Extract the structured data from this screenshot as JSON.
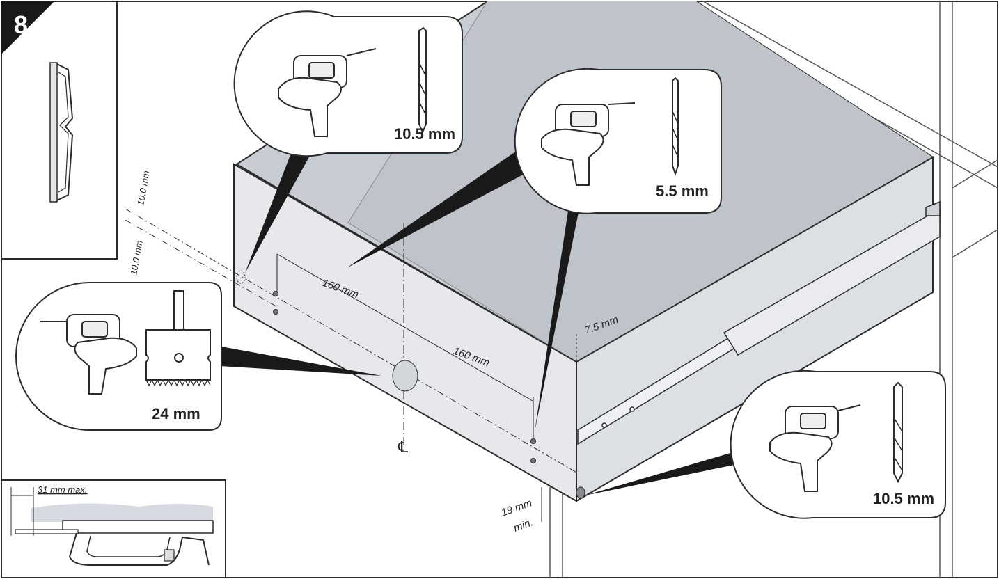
{
  "step": {
    "number": "8"
  },
  "callouts": {
    "drill_top": {
      "label": "10.5 mm",
      "tool_icon": "drill-icon",
      "bit_icon": "drill-bit-icon"
    },
    "drill_right": {
      "label": "5.5 mm",
      "tool_icon": "drill-icon",
      "bit_icon": "drill-bit-icon"
    },
    "holesaw": {
      "label": "24 mm",
      "tool_icon": "drill-icon",
      "bit_icon": "hole-saw-icon"
    },
    "drill_bottom": {
      "label": "10.5 mm",
      "tool_icon": "drill-icon",
      "bit_icon": "drill-bit-icon"
    }
  },
  "dimensions": {
    "top_offset": "10.0 mm",
    "bottom_offset": "10.0 mm",
    "spacing_left": "160 mm",
    "spacing_right": "160 mm",
    "edge_offset": "7.5 mm",
    "min_height_1": "19 mm",
    "min_height_2": "min.",
    "centerline": "℄"
  },
  "inset_bottom": {
    "label": "31 mm max."
  },
  "colors": {
    "drawer_side": "#e6e8ec",
    "drawer_top": "#c8ccd3",
    "outline": "#2b2b2b",
    "badge": "#1a1a1a"
  }
}
